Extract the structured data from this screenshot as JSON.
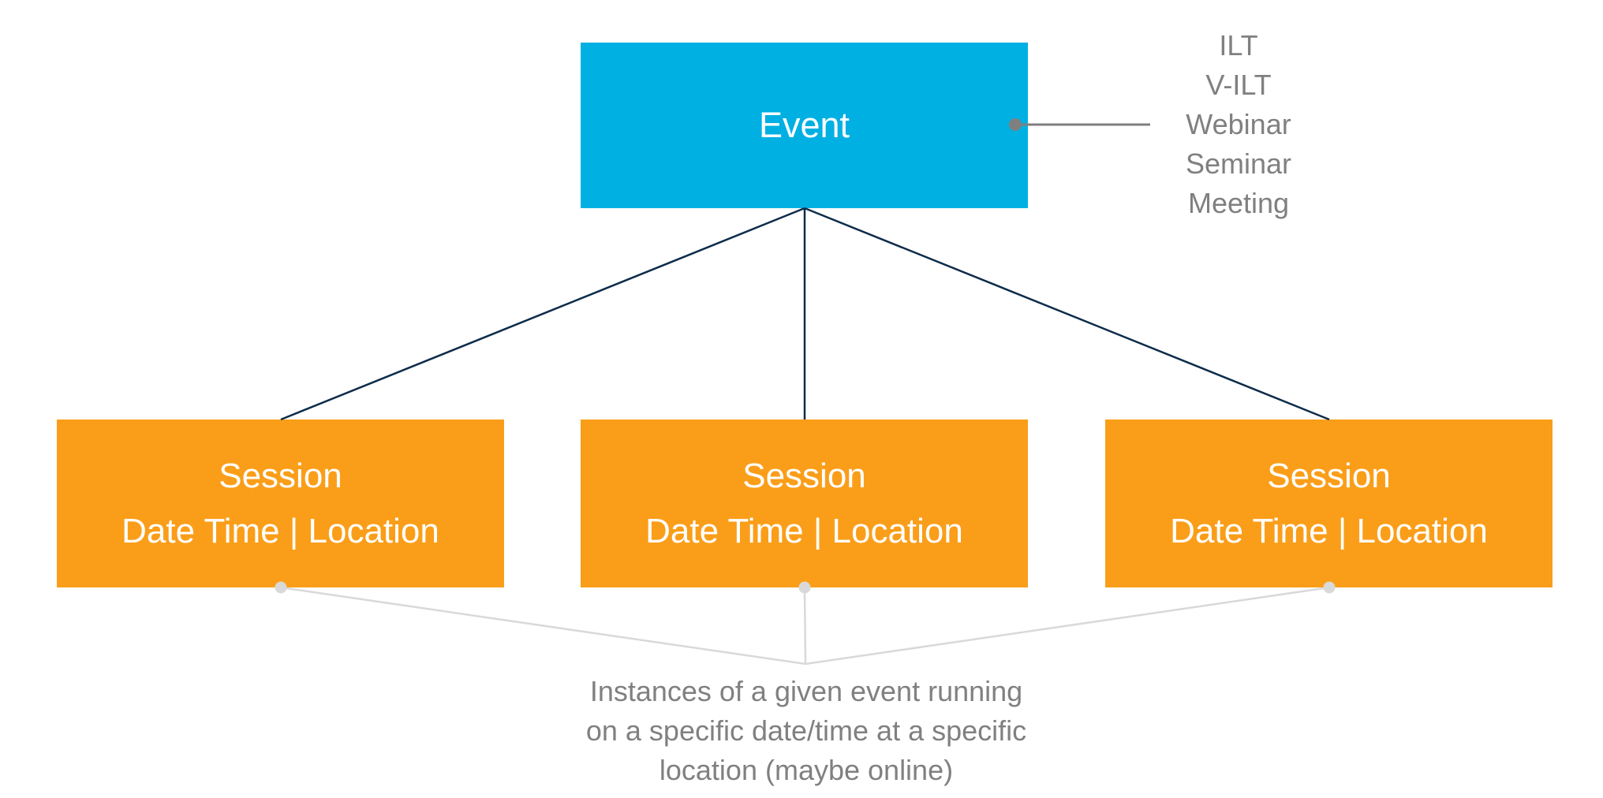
{
  "diagram": {
    "event_box": {
      "label": "Event"
    },
    "event_annotation": {
      "items": [
        "ILT",
        "V-ILT",
        "Webinar",
        "Seminar",
        "Meeting"
      ]
    },
    "session_boxes": [
      {
        "title": "Session",
        "subtitle": "Date Time | Location"
      },
      {
        "title": "Session",
        "subtitle": "Date Time | Location"
      },
      {
        "title": "Session",
        "subtitle": "Date Time | Location"
      }
    ],
    "session_annotation": {
      "lines": [
        "Instances of a given event running",
        "on a specific date/time at a specific",
        "location (maybe online)"
      ]
    }
  },
  "colors": {
    "event_fill": "#00B0E3",
    "session_fill": "#FA9E19",
    "connector_navy": "#0D2C4A",
    "annotation_gray": "#808080",
    "callout_gray": "#7F7F7F",
    "light_gray": "#D9D9D9",
    "text_white": "#FFFFFF"
  }
}
